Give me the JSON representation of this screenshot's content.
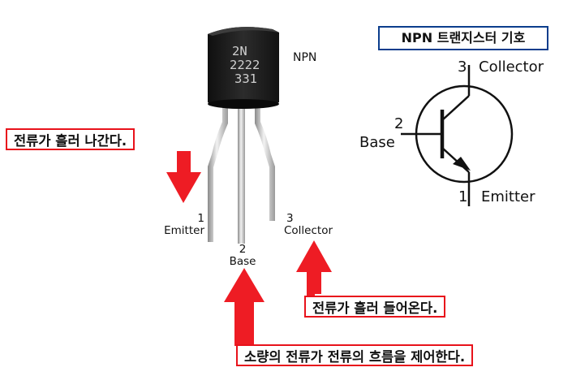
{
  "photo": {
    "top_label": "NPN",
    "marking": [
      "2N",
      "2222",
      "331"
    ],
    "pins": [
      {
        "number": "1",
        "name": "Emitter"
      },
      {
        "number": "2",
        "name": "Base"
      },
      {
        "number": "3",
        "name": "Collector"
      }
    ]
  },
  "symbol": {
    "title": "NPN 트랜지스터 기호",
    "collector_number": "3",
    "collector_label": "Collector",
    "base_number": "2",
    "base_label": "Base",
    "emitter_number": "1",
    "emitter_label": "Emitter"
  },
  "callouts": {
    "emitter_out": "전류가 흘러 나간다.",
    "collector_in": "전류가 흘러 들어온다.",
    "base_control": "소량의 전류가 전류의 흐름을 제어한다."
  },
  "colors": {
    "arrow": "#ee1c24",
    "callout_border": "#e8121b",
    "title_border": "#0b3d8c",
    "package_body": "#1d1d1d"
  }
}
